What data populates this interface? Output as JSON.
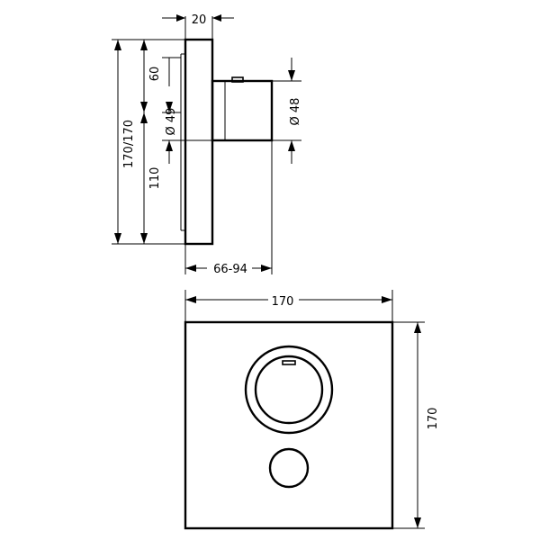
{
  "dimensions": {
    "side_depth": "20",
    "cover_depth_range": "66-94",
    "left_total_height": "170/170",
    "left_lower_height": "110",
    "left_upper_height": "60",
    "dia_49": "Ø 49",
    "dia_48": "Ø 48",
    "front_width": "170",
    "front_height": "170"
  }
}
